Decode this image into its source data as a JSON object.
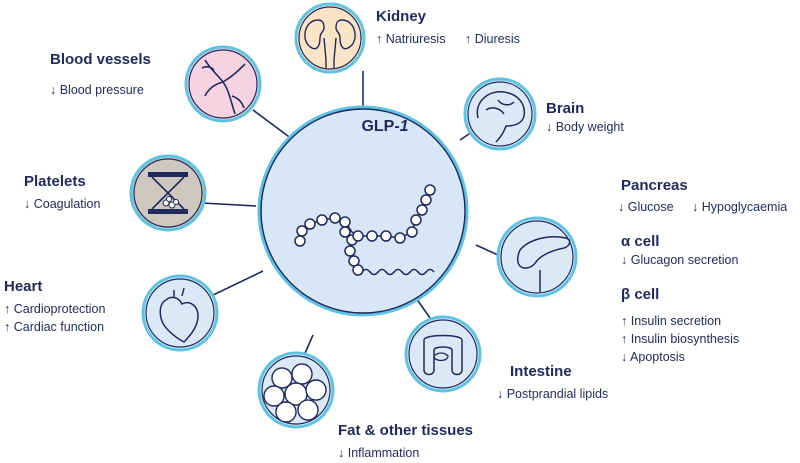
{
  "center": {
    "label": "GLP-",
    "label_suffix": "1"
  },
  "colors": {
    "ink": "#1f2a5c",
    "ring": "#5ec3e3",
    "center_fill": "#d7e7f7",
    "kidney_fill": "#fbe4c6",
    "vessels_fill": "#f6d3e0",
    "platelets_fill": "#cfc8bf",
    "organ_fill": "#dbe9f7"
  },
  "organs": {
    "kidney": {
      "title": "Kidney",
      "effects": [
        "↑ Natriuresis",
        "↑ Diuresis"
      ]
    },
    "blood_vessels": {
      "title": "Blood vessels",
      "effects": [
        "↓ Blood pressure"
      ]
    },
    "brain": {
      "title": "Brain",
      "effects": [
        "↓ Body weight"
      ]
    },
    "platelets": {
      "title": "Platelets",
      "effects": [
        "↓ Coagulation"
      ]
    },
    "pancreas": {
      "title": "Pancreas",
      "effects": [
        "↓ Glucose",
        "↓ Hypoglycaemia"
      ],
      "alpha_cell": {
        "title": "α cell",
        "effects": [
          "↓ Glucagon secretion"
        ]
      },
      "beta_cell": {
        "title": "β cell",
        "effects": [
          "↑ Insulin secretion",
          "↑ Insulin biosynthesis",
          "↓ Apoptosis"
        ]
      }
    },
    "heart": {
      "title": "Heart",
      "effects": [
        "↑ Cardioprotection",
        "↑ Cardiac function"
      ]
    },
    "intestine": {
      "title": "Intestine",
      "effects": [
        "↓ Postprandial lipids"
      ]
    },
    "fat": {
      "title": "Fat & other tissues",
      "effects": [
        "↓ Inflammation"
      ]
    }
  }
}
